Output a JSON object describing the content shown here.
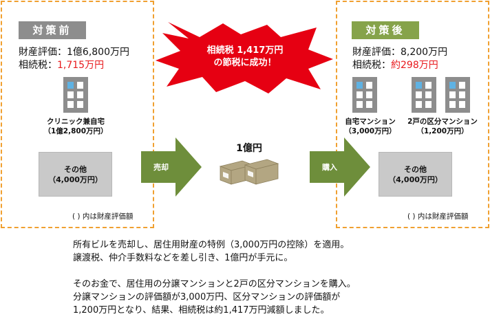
{
  "before": {
    "label": "対策前",
    "valuation_label": "財産評価：",
    "valuation_value": "1億6,800万円",
    "tax_label": "相続税：",
    "tax_value": "1,715万円",
    "building_name": "クリニック兼自宅",
    "building_value": "（1億2,800万円）",
    "other_name": "その他",
    "other_value": "（4,000万円）",
    "note": "( ) 内は財産評価額"
  },
  "after": {
    "label": "対策後",
    "valuation_label": "財産評価：",
    "valuation_value": "8,200万円",
    "tax_label": "相続税：",
    "tax_value": "約298万円",
    "building1_name": "自宅マンション",
    "building1_value": "（3,000万円）",
    "building2_name": "2戸の区分マンション",
    "building2_value": "（1,200万円）",
    "other_name": "その他",
    "other_value": "（4,000万円）",
    "note": "( ) 内は財産評価額"
  },
  "burst": {
    "line1": "相続税 1,417万円",
    "line2": "の節税に成功！"
  },
  "middle": {
    "sell_label": "売却",
    "money_label": "1億円",
    "buy_label": "購入"
  },
  "description": {
    "line1": "所有ビルを売却し、居住用財産の特例（3,000万円の控除）を適用。",
    "line2": "譲渡税、仲介手数料などを差し引き、1億円が手元に。",
    "line3": "そのお金で、居住用の分譲マンションと2戸の区分マンションを購入。",
    "line4": "分譲マンションの評価額が3,000万円、区分マンションの評価額が",
    "line5": "1,200万円となり、結果、相続税は約1,417万円減額しました。"
  },
  "colors": {
    "dashed_border": "#f0a030",
    "before_label_bg": "#8d8d8d",
    "after_label_bg": "#86a34a",
    "arrow": "#6e8e3b",
    "burst": "#e60012",
    "tax_highlight": "#e8191c",
    "building": "#8d8d8d",
    "window_highlight": "#5fb2e3",
    "other_box": "#c9c9c9"
  }
}
